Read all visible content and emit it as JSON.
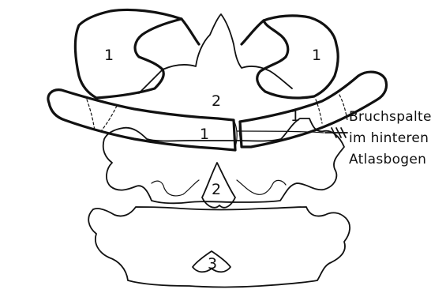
{
  "labels": {
    "lateral_mass_left": "1",
    "lateral_mass_right": "1",
    "dens": "2",
    "arch_left": "1",
    "arch_right": "1",
    "axis_spinous": "2",
    "c3_spinous": "3"
  },
  "annotation": {
    "line1": "Bruchspalte",
    "line2": "im hinteren",
    "line3": "Atlasbogen"
  }
}
